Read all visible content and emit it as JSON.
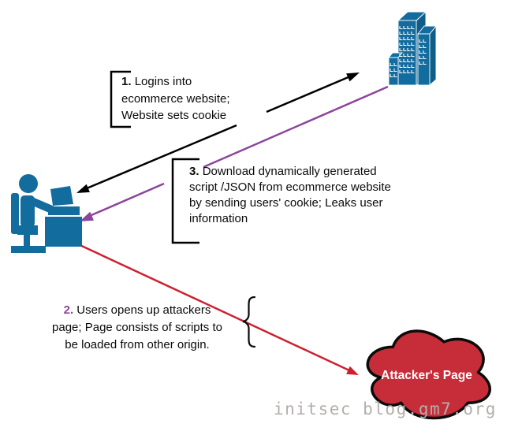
{
  "steps": {
    "step1": {
      "number": "1.",
      "line1": "Logins into",
      "line2": "ecommerce website;",
      "line3": "Website sets cookie"
    },
    "step2": {
      "number": "2.",
      "line1": "Users opens up attackers",
      "line2": "page; Page consists of scripts to",
      "line3": "be loaded from other origin."
    },
    "step3": {
      "number": "3.",
      "line1": "Download dynamically generated",
      "line2": "script /JSON from ecommerce website",
      "line3": "by sending users' cookie; Leaks user",
      "line4": "information"
    }
  },
  "attacker_cloud": {
    "label": "Attacker's Page"
  },
  "watermark": "initsec blog.gm7.org",
  "icons": {
    "building": "ecommerce-building-icon",
    "user": "user-at-desk-icon",
    "cloud": "attacker-cloud-shape"
  },
  "colors": {
    "node_blue": "#136c9e",
    "node_blue_dark": "#0f5d8a",
    "arrow_black": "#000000",
    "arrow_purple": "#8c449c",
    "arrow_red": "#cc2130",
    "cloud_fill": "#c62d39",
    "cloud_stroke": "#0b0b0b",
    "cloud_text": "#ffffff",
    "step2_number": "#8c449c",
    "watermark_gray": "#b2afab"
  }
}
